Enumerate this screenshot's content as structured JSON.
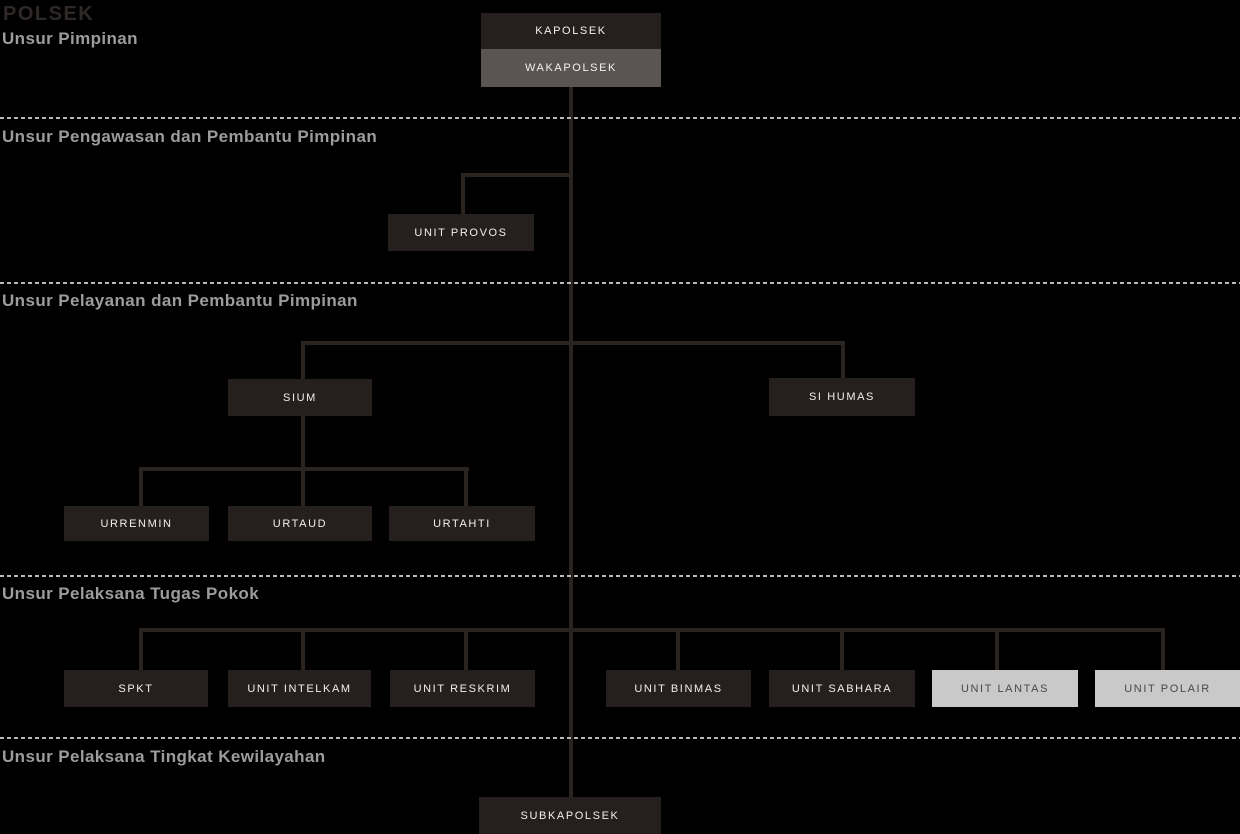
{
  "title": "POLSEK",
  "sections": {
    "pimpinan": {
      "label": "Unsur Pimpinan"
    },
    "pengawasan": {
      "label": "Unsur Pengawasan dan Pembantu Pimpinan"
    },
    "pelayanan": {
      "label": "Unsur Pelayanan dan Pembantu Pimpinan"
    },
    "tugas_pokok": {
      "label": "Unsur Pelaksana Tugas Pokok"
    },
    "kewilayahan": {
      "label": "Unsur Pelaksana Tingkat Kewilayahan"
    }
  },
  "nodes": {
    "kapolsek": "KAPOLSEK",
    "wakapolsek": "WAKAPOLSEK",
    "unit_provos": "UNIT PROVOS",
    "sium": "SIUM",
    "si_humas": "SI HUMAS",
    "urrenmin": "URRENMIN",
    "urtaud": "URTAUD",
    "urtahti": "URTAHTI",
    "spkt": "SPKT",
    "unit_intelkam": "UNIT INTELKAM",
    "unit_reskrim": "UNIT RESKRIM",
    "unit_binmas": "UNIT BINMAS",
    "unit_sabhara": "UNIT SABHARA",
    "unit_lantas": "UNIT LANTAS",
    "unit_polair": "UNIT POLAIR",
    "subkapolsek": "SUBKAPOLSEK"
  },
  "colors": {
    "background": "#000000",
    "node_dark": "#251f1d",
    "node_gray": "#5a5552",
    "node_light": "#c9c9c9",
    "node_text_light": "#f2f0ee",
    "node_text_dark": "#4c4744",
    "connector": "#2a2420",
    "divider": "#b9b9b9",
    "section_label": "#9c9c9c",
    "title": "#2e2927"
  }
}
